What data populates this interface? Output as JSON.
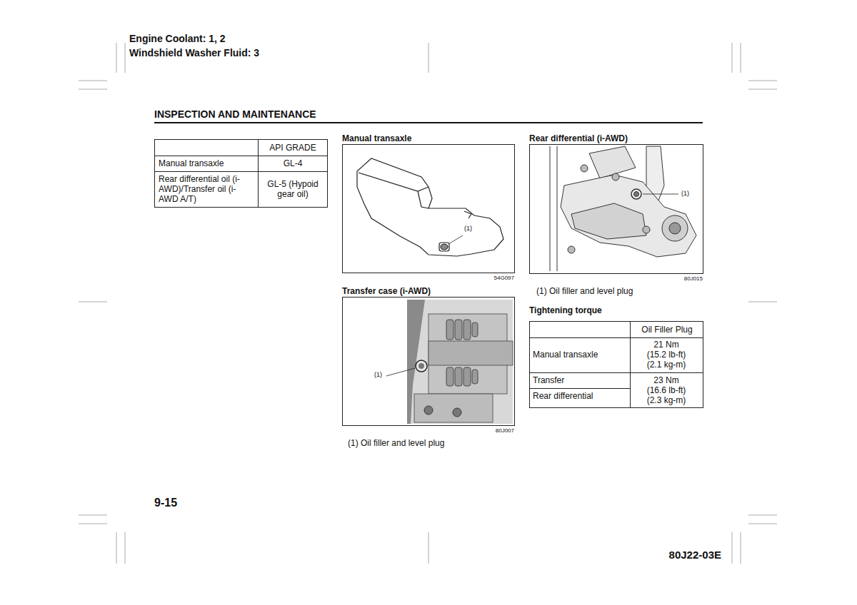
{
  "diagram": {
    "title": "INSPECTION AND MAINTENANCE",
    "nodes": [
      {
        "text": [
          "Manual transaxle",
          "(1)"
        ]
      },
      {
        "text": [
          "Transfer case (i-AWD)",
          "(1)"
        ]
      },
      {
        "text": [
          "Rear differential (i-AWD)",
          "(1)"
        ]
      }
    ],
    "labels": [
      "Engine Coolant: 1, 2",
      "Windshield Washer Fluid: 3",
      "API GRADE",
      "Manual transaxle",
      "GL-4",
      "Rear differential oil (i-AWD)/Transfer oil (i-AWD A/T)",
      "GL-5 (Hypoid gear oil)",
      "54G097",
      "80J007",
      "(1) Oil filler and level plug",
      "80J015",
      "(1) Oil filler and level plug",
      "Tightening torque",
      "Oil Filler Plug",
      "Manual transaxle",
      "21 Nm (15.2 lb-ft) (2.1 kg-m)",
      "Transfer",
      "23 Nm (16.6 lb-ft) (2.3 kg-m)",
      "Rear differential",
      "9-15",
      "80J22-03E"
    ]
  }
}
